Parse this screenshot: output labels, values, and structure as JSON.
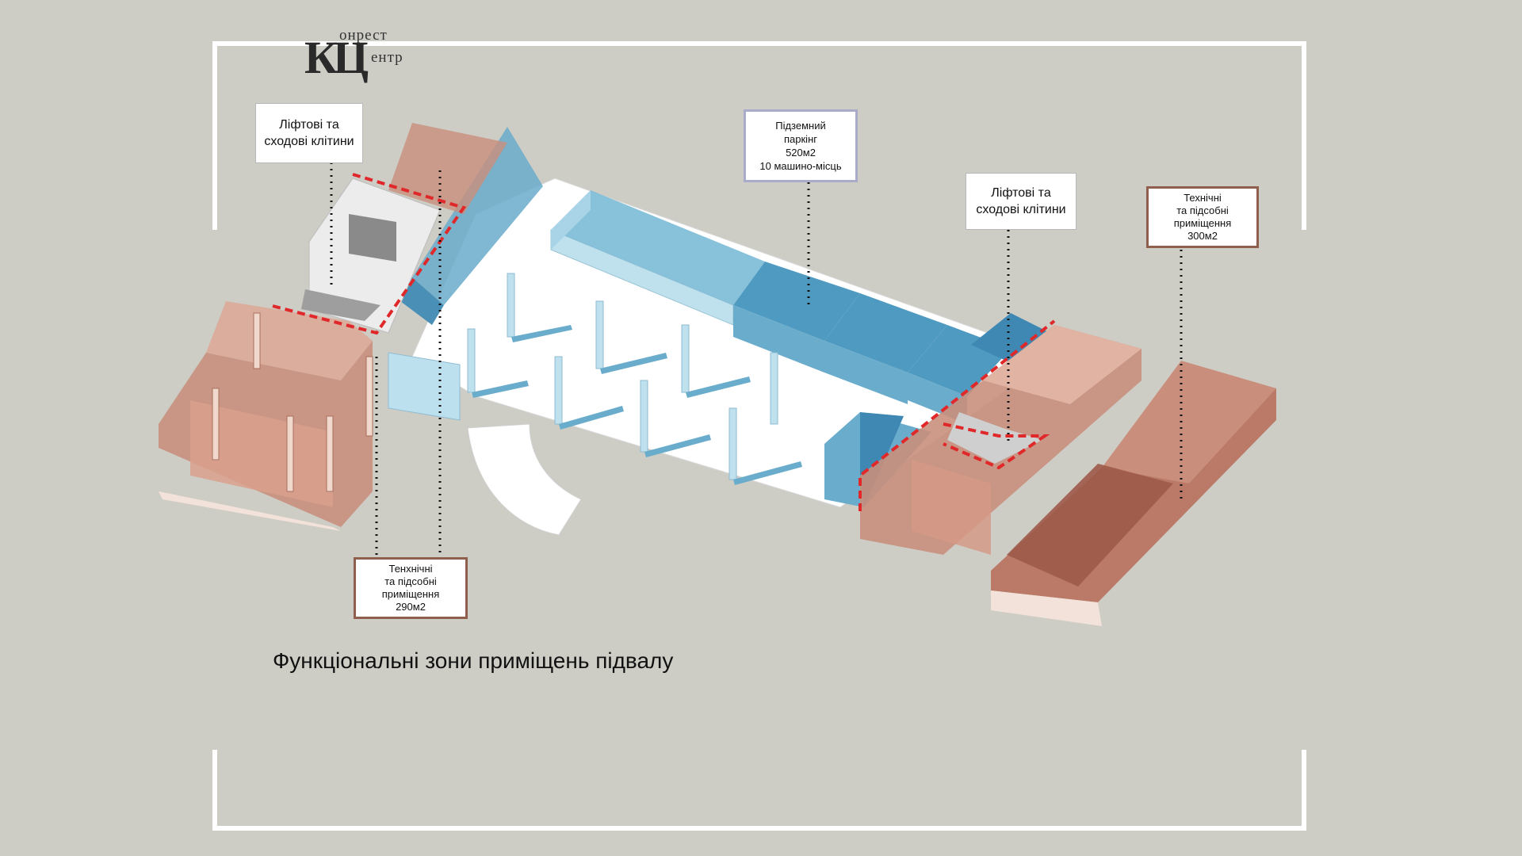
{
  "logo": {
    "letters": "КЦ",
    "top_text": "онрест",
    "bottom_text": "ентр"
  },
  "labels": {
    "stairs_left": [
      "Ліфтові та",
      "сходові клітини"
    ],
    "parking": [
      "Підземний",
      "паркінг",
      "520м2",
      "10 машино-місць"
    ],
    "stairs_right": [
      "Ліфтові та",
      "сходові клітини"
    ],
    "tech_right": [
      "Технічні",
      "та підсобні",
      "приміщення",
      "300м2"
    ],
    "tech_left": [
      "Тенхнічні",
      "та підсобні",
      "приміщення",
      "290м2"
    ]
  },
  "caption": "Функціональні зони приміщень підвалу",
  "colors": {
    "background": "#cdcdc6",
    "parking_zone": "#6aaccb",
    "technical_zone": "#c98f7c",
    "stairs_zone": "#e4e4e4",
    "highlight_dash": "#e0282a",
    "tech_label_border": "#8f5e4c",
    "parking_label_border": "#a9acc8"
  }
}
